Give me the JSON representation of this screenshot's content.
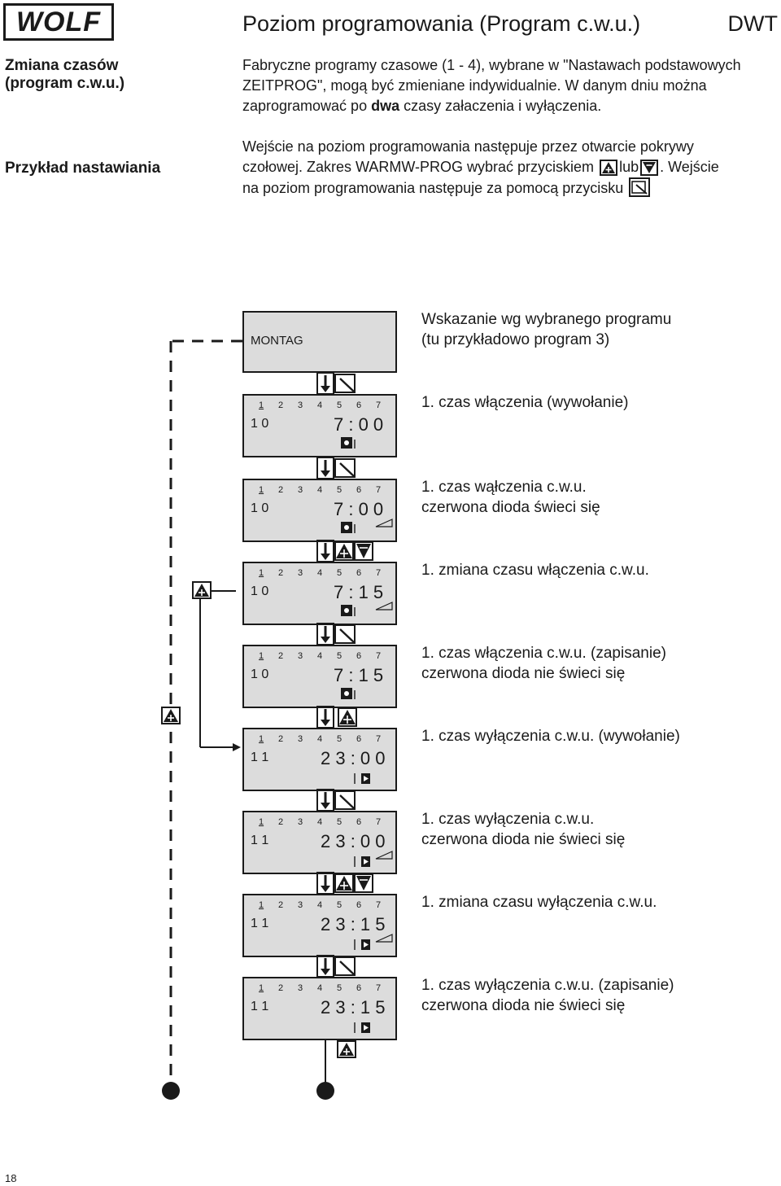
{
  "header": {
    "logo": "WOLF",
    "title": "Poziom programowania (Program c.w.u.)",
    "code": "DWT"
  },
  "side": {
    "label1_line1": "Zmiana czasów",
    "label1_line2": "(program c.w.u.)",
    "label2": "Przykład nastawiania"
  },
  "text": {
    "p1_line1": "Fabryczne programy czasowe (1 - 4), wybrane w \"Nastawach podstawowych",
    "p1_line2": "ZEITPROG\", mogą być zmieniane indywidualnie. W danym dniu można",
    "p1_line3a": "zaprogramować po ",
    "p1_line3b": "dwa",
    "p1_line3c": " czasy załaczenia i wyłączenia.",
    "p2_line1": "Wejście na poziom programowania następuje przez otwarcie pokrywy",
    "p2_line2a": "czołowej. Zakres WARMW-PROG wybrać przyciskiem",
    "p2_line2b": "lub",
    "p2_line2c": ". Wejście",
    "p2_line3": "na poziom programowania następuje za pomocą przycisku"
  },
  "display": {
    "montag": "MONTAG",
    "days": [
      "1",
      "2",
      "3",
      "4",
      "5",
      "6",
      "7"
    ]
  },
  "steps": [
    {
      "prog": "1 0",
      "time": "7 : 0 0",
      "cap1": "1. czas włączenia (wywołanie)",
      "cap2": ""
    },
    {
      "prog": "1 0",
      "time": "7 : 0 0",
      "cap1": "1. czas wąłczenia c.w.u.",
      "cap2": "czerwona dioda świeci się"
    },
    {
      "prog": "1 0",
      "time": "7 : 1 5",
      "cap1": "1. zmiana czasu włączenia c.w.u.",
      "cap2": ""
    },
    {
      "prog": "1 0",
      "time": "7 : 1 5",
      "cap1": "1. czas włączenia c.w.u. (zapisanie)",
      "cap2": "czerwona dioda nie świeci się"
    },
    {
      "prog": "1 1",
      "time": "2 3 : 0 0",
      "cap1": "1. czas wyłączenia c.w.u. (wywołanie)",
      "cap2": ""
    },
    {
      "prog": "1 1",
      "time": "2 3 : 0 0",
      "cap1": "1. czas wyłączenia c.w.u.",
      "cap2": "czerwona dioda nie świeci się"
    },
    {
      "prog": "1 1",
      "time": "2 3 : 1 5",
      "cap1": "1. zmiana czasu wyłączenia c.w.u.",
      "cap2": ""
    },
    {
      "prog": "1 1",
      "time": "2 3 : 1 5",
      "cap1": "1. czas wyłączenia c.w.u. (zapisanie)",
      "cap2": "czerwona dioda nie świeci się"
    }
  ],
  "intro_caption": {
    "line1": "Wskazanie wg wybranego programu",
    "line2": "(tu przykładowo program 3)"
  },
  "page_number": "18",
  "lcd_marker": "I"
}
